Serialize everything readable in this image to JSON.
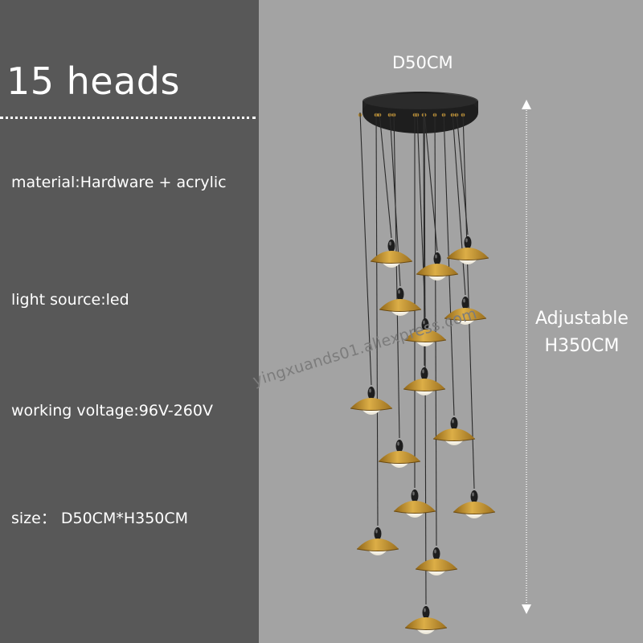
{
  "heading": "15 heads",
  "specs": {
    "material": "material:Hardware + acrylic",
    "light_source": "light source:led",
    "voltage": "working voltage:96V-260V",
    "size": "size：  D50CM*H350CM"
  },
  "dimensions": {
    "diameter": "D50CM",
    "adjustable": "Adjustable",
    "height": "H350CM"
  },
  "watermark": "yingxuands01.aliexpress.com",
  "colors": {
    "left_panel": "#585858",
    "right_panel": "#a3a3a3",
    "canopy": "#1f1f1f",
    "shade_gold": "#c8962e",
    "diffuser": "#f3f0e6"
  }
}
